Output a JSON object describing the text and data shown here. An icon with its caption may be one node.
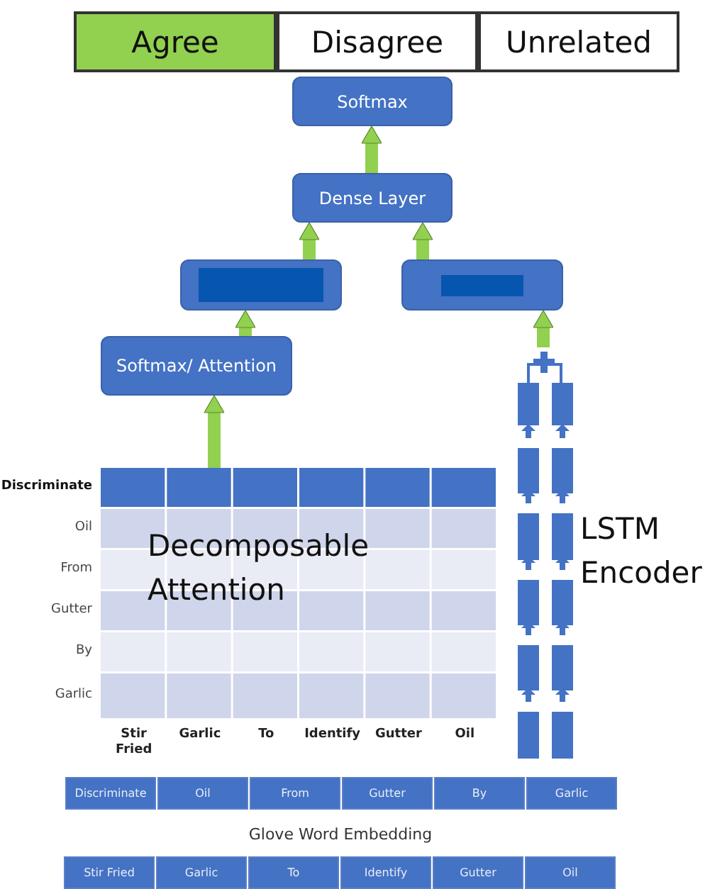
{
  "diagram": {
    "nodes": [
      {
        "text": [
          "Agree"
        ]
      },
      {
        "text": [
          "Disagree"
        ]
      },
      {
        "text": [
          "Unrelated"
        ]
      },
      {
        "text": [
          "Softmax"
        ]
      },
      {
        "text": [
          "Dense Layer"
        ]
      },
      {
        "text": [],
        "shape": "box"
      },
      {
        "text": [],
        "shape": "box"
      },
      {
        "text": [
          "Softmax/ Attention"
        ]
      },
      {
        "text": [
          "Decomposable Attention"
        ]
      },
      {
        "text": [],
        "shape": "bar",
        "beside": [
          "LSTM Encoder"
        ]
      },
      {
        "text": [
          "Discriminate"
        ]
      },
      {
        "text": [
          "Oil"
        ]
      },
      {
        "text": [
          "From"
        ]
      },
      {
        "text": [
          "Gutter"
        ]
      },
      {
        "text": [
          "By"
        ]
      },
      {
        "text": [
          "Garlic"
        ]
      },
      {
        "text": [
          "Stir Fried"
        ]
      },
      {
        "text": [
          "Garlic"
        ]
      },
      {
        "text": [
          "To"
        ]
      },
      {
        "text": [
          "Identify"
        ]
      },
      {
        "text": [
          "Gutter"
        ]
      },
      {
        "text": [
          "Oil"
        ]
      }
    ],
    "edges": [
      {
        "from": 4,
        "to": 3,
        "arrow": "to"
      },
      {
        "from": 5,
        "to": 4,
        "arrow": "to"
      },
      {
        "from": 6,
        "to": 4,
        "arrow": "to"
      },
      {
        "from": 7,
        "to": 5,
        "arrow": "to"
      },
      {
        "from": 8,
        "to": 7,
        "arrow": "to"
      },
      {
        "from": 9,
        "to": 6,
        "arrow": "to"
      }
    ],
    "labels": [
      "Discriminate",
      "Oil",
      "From",
      "Gutter",
      "By",
      "Garlic",
      "Stir Fried",
      "Garlic",
      "To",
      "Identify",
      "Gutter",
      "Oil",
      "Glove Word Embedding"
    ]
  }
}
